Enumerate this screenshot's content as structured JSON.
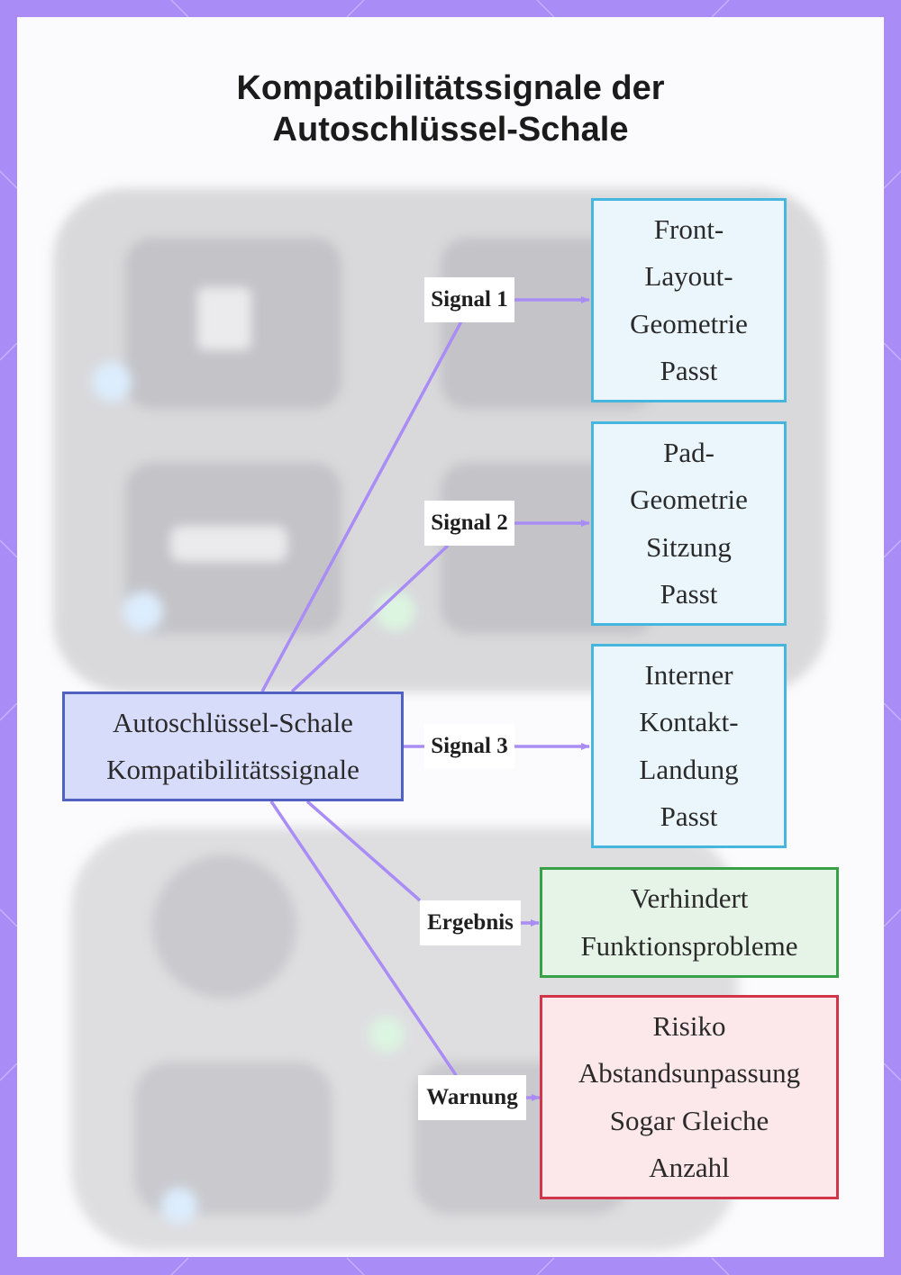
{
  "title": {
    "line1": "Kompatibilitätssignale der",
    "line2": "Autoschlüssel-Schale"
  },
  "colors": {
    "frame": "#a98cf5",
    "edge": "#a98cf5",
    "root_fill": "#d8dcfb",
    "root_border": "#5161c2",
    "signal_fill": "#eaf6fc",
    "signal_border": "#46b6de",
    "result_fill": "#e6f4e8",
    "result_border": "#36a146",
    "warning_fill": "#fce7ea",
    "warning_border": "#d2354a"
  },
  "root": {
    "lines": [
      "Autoschlüssel-Schale",
      "Kompatibilitätssignale"
    ]
  },
  "nodes": [
    {
      "lines": [
        "Front-",
        "Layout-",
        "Geometrie",
        "Passt"
      ]
    },
    {
      "lines": [
        "Pad-",
        "Geometrie",
        "Sitzung",
        "Passt"
      ]
    },
    {
      "lines": [
        "Interner",
        "Kontakt-",
        "Landung",
        "Passt"
      ]
    },
    {
      "lines": [
        "Verhindert",
        "Funktionsprobleme"
      ]
    },
    {
      "lines": [
        "Risiko",
        "Abstandsunpassung",
        "Sogar Gleiche",
        "Anzahl"
      ]
    }
  ],
  "edge_labels": [
    "Signal 1",
    "Signal 2",
    "Signal 3",
    "Ergebnis",
    "Warnung"
  ]
}
